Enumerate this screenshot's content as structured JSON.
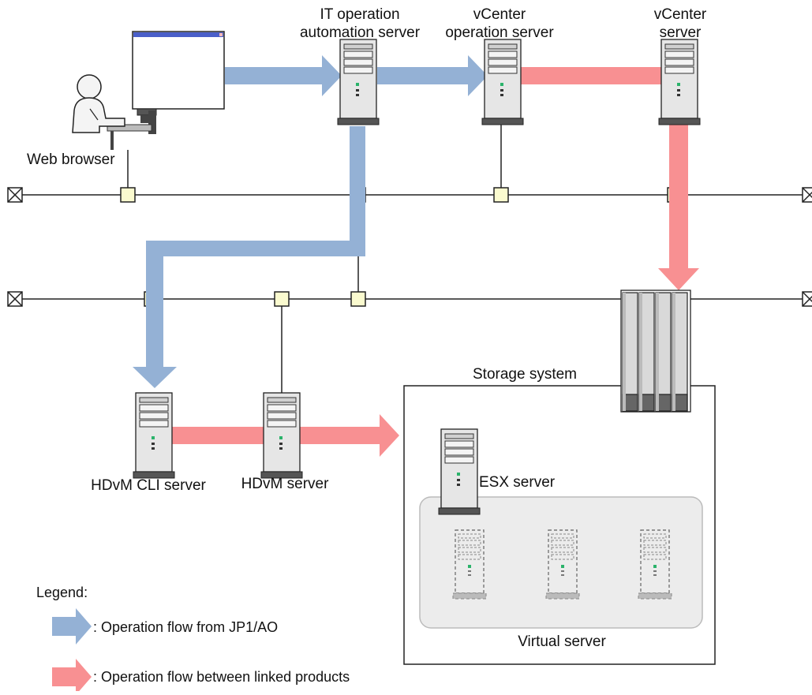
{
  "labels": {
    "web_browser": "Web browser",
    "it_server_line1": "IT operation",
    "it_server_line2": "automation server",
    "vcenter_op_line1": "vCenter",
    "vcenter_op_line2": "operation server",
    "vcenter_server_line1": "vCenter",
    "vcenter_server_line2": "server",
    "hdvm_cli_server": "HDvM CLI server",
    "hdvm_server": "HDvM server",
    "storage_system": "Storage system",
    "esx_server": "ESX server",
    "virtual_server": "Virtual server"
  },
  "legend": {
    "title": "Legend:",
    "items": [
      {
        "text": ": Operation flow from JP1/AO",
        "color": "#94b1d5"
      },
      {
        "text": ": Operation flow between linked products",
        "color": "#f89092"
      }
    ]
  },
  "colors": {
    "flow_blue": "#94b1d5",
    "flow_red": "#f89092",
    "node_fill": "#fbfbcf",
    "server_body": "#e6e6e6",
    "server_base": "#555555",
    "virtual_area": "#ececec"
  }
}
